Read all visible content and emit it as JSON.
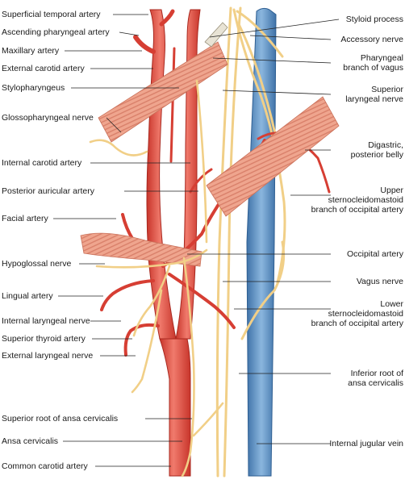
{
  "labels_left": [
    {
      "id": "superficial-temporal-artery",
      "text": "Superficial temporal artery"
    },
    {
      "id": "ascending-pharyngeal-artery",
      "text": "Ascending pharyngeal artery"
    },
    {
      "id": "maxillary-artery",
      "text": "Maxillary artery"
    },
    {
      "id": "external-carotid-artery",
      "text": "External carotid artery"
    },
    {
      "id": "stylopharyngeus",
      "text": "Stylopharyngeus"
    },
    {
      "id": "glossopharyngeal-nerve",
      "text": "Glossopharyngeal nerve"
    },
    {
      "id": "internal-carotid-artery",
      "text": "Internal carotid artery"
    },
    {
      "id": "posterior-auricular-artery",
      "text": "Posterior auricular artery"
    },
    {
      "id": "facial-artery",
      "text": "Facial artery"
    },
    {
      "id": "hypoglossal-nerve",
      "text": "Hypoglossal nerve"
    },
    {
      "id": "lingual-artery",
      "text": "Lingual artery"
    },
    {
      "id": "internal-laryngeal-nerve",
      "text": "Internal laryngeal nerve"
    },
    {
      "id": "superior-thyroid-artery",
      "text": "Superior thyroid artery"
    },
    {
      "id": "external-laryngeal-nerve",
      "text": "External laryngeal nerve"
    },
    {
      "id": "superior-root-ansa-cervicalis",
      "text": "Superior root of ansa cervicalis"
    },
    {
      "id": "ansa-cervicalis",
      "text": "Ansa cervicalis"
    },
    {
      "id": "common-carotid-artery",
      "text": "Common carotid artery"
    }
  ],
  "labels_right": [
    {
      "id": "styloid-process",
      "lines": [
        "Styloid process"
      ]
    },
    {
      "id": "accessory-nerve",
      "lines": [
        "Accessory nerve"
      ]
    },
    {
      "id": "pharyngeal-branch-of-vagus",
      "lines": [
        "Pharyngeal",
        "branch of vagus"
      ]
    },
    {
      "id": "superior-laryngeal-nerve",
      "lines": [
        "Superior",
        "laryngeal nerve"
      ]
    },
    {
      "id": "digastric-posterior-belly",
      "lines": [
        "Digastric,",
        "posterior belly"
      ]
    },
    {
      "id": "upper-sternocleidomastoid-branch",
      "lines": [
        "Upper",
        "sternocleidomastoid",
        "branch of occipital artery"
      ]
    },
    {
      "id": "occipital-artery",
      "lines": [
        "Occipital artery"
      ]
    },
    {
      "id": "vagus-nerve",
      "lines": [
        "Vagus nerve"
      ]
    },
    {
      "id": "lower-sternocleidomastoid-branch",
      "lines": [
        "Lower",
        "sternocleidomastoid",
        "branch of occipital artery"
      ]
    },
    {
      "id": "inferior-root-ansa-cervicalis",
      "lines": [
        "Inferior root of",
        "ansa cervicalis"
      ]
    },
    {
      "id": "internal-jugular-vein",
      "lines": [
        "Internal jugular vein"
      ]
    }
  ],
  "colors": {
    "artery": "#e0473b",
    "artery_highlight": "#f07a6c",
    "vein": "#4f86bd",
    "vein_highlight": "#8ab6de",
    "nerve": "#f1cf87",
    "muscle": "#efa58e",
    "muscle_stripe": "#d9806a",
    "bone": "#e8e3d5"
  }
}
